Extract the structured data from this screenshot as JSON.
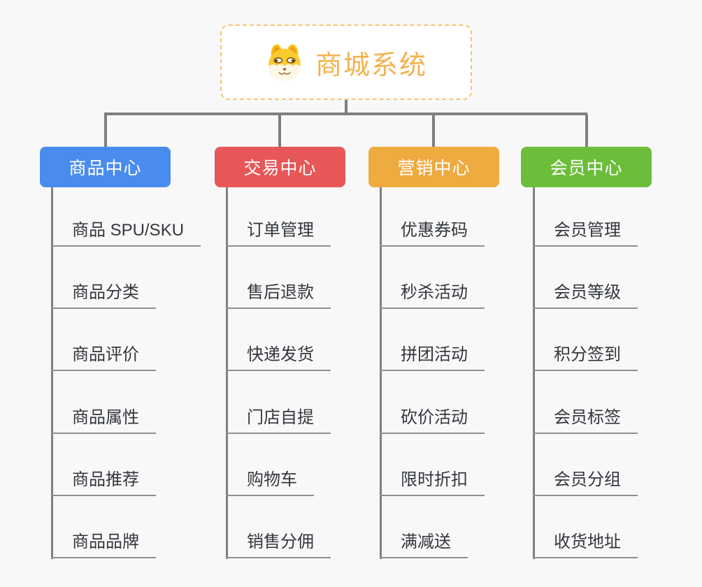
{
  "root": {
    "title": "商城系统",
    "icon": "doge-icon",
    "text_color": "#f4b24e",
    "border_color": "#f6c374",
    "background": "#ffffff"
  },
  "connector_color": "#7f7f7f",
  "underline_color": "#8f8f8f",
  "page_background": "#f8f8f8",
  "branches": [
    {
      "label": "商品中心",
      "color": "#4a8cee",
      "items": [
        "商品 SPU/SKU",
        "商品分类",
        "商品评价",
        "商品属性",
        "商品推荐",
        "商品品牌"
      ]
    },
    {
      "label": "交易中心",
      "color": "#e75757",
      "items": [
        "订单管理",
        "售后退款",
        "快递发货",
        "门店自提",
        "购物车",
        "销售分佣"
      ]
    },
    {
      "label": "营销中心",
      "color": "#eeab40",
      "items": [
        "优惠券码",
        "秒杀活动",
        "拼团活动",
        "砍价活动",
        "限时折扣",
        "满减送"
      ]
    },
    {
      "label": "会员中心",
      "color": "#6cbe3a",
      "items": [
        "会员管理",
        "会员等级",
        "积分签到",
        "会员标签",
        "会员分组",
        "收货地址"
      ]
    }
  ]
}
